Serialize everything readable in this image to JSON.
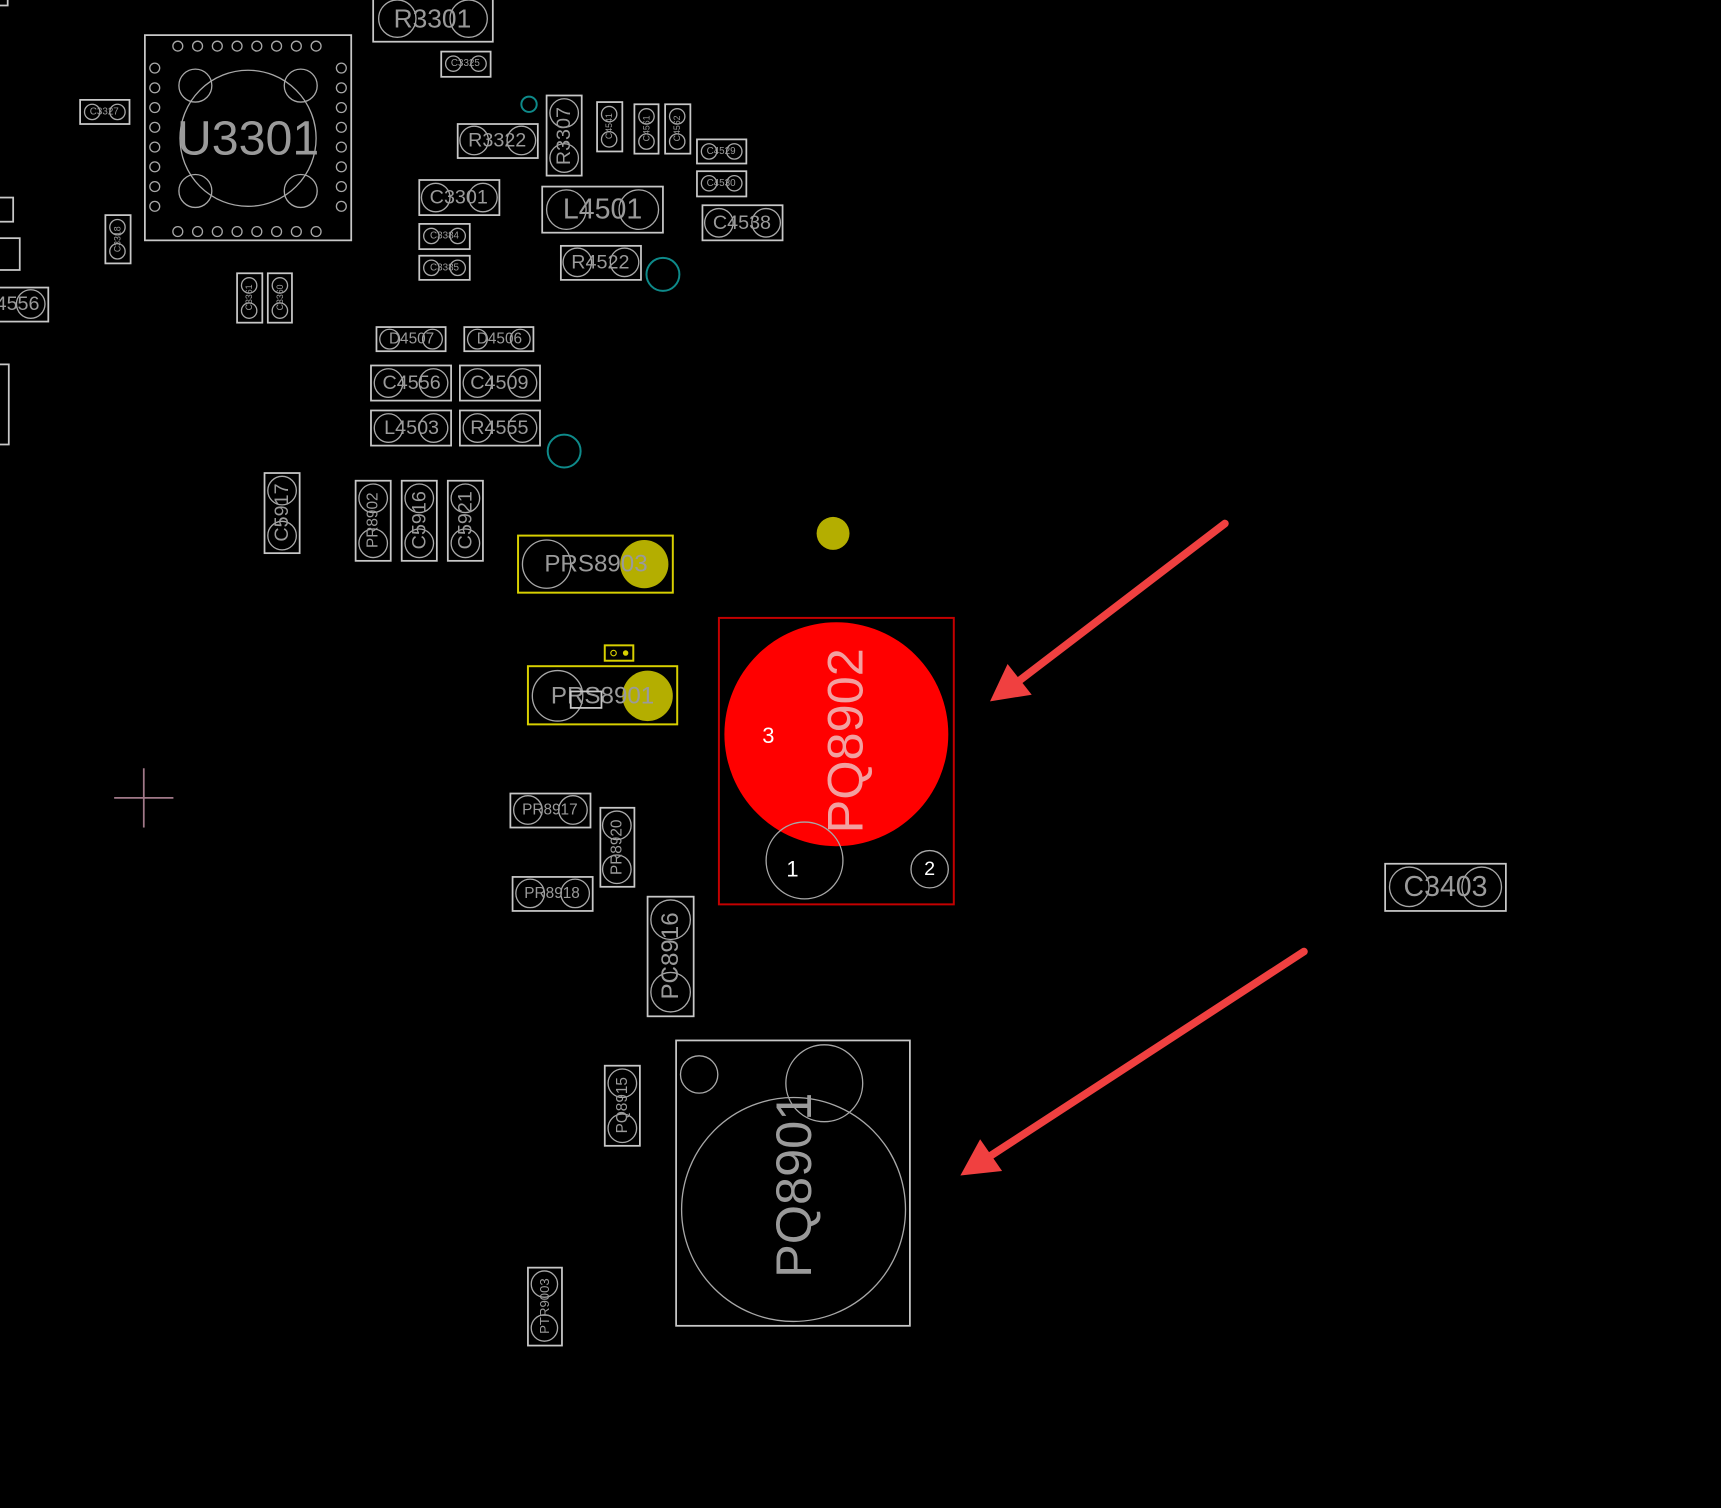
{
  "colors": {
    "background": "#000000",
    "outline": "#c8c8c8",
    "highlight": "#ff0000",
    "net": "#b4ae00",
    "arrow": "#f04040",
    "via": "#0e8a8a"
  },
  "components": {
    "R3301": "R3301",
    "C3325": "C3325",
    "U3301": "U3301",
    "C3327": "C3327",
    "C3318": "C3318",
    "C4556_left": "4556",
    "C3361": "C3361",
    "C3360": "C3360",
    "R3322": "R3322",
    "R3307": "R3307",
    "C4541": "C4541",
    "C4561": "C4561",
    "C4562": "C4562",
    "C4529": "C4529",
    "C4530": "C4530",
    "C3301": "C3301",
    "L4501": "L4501",
    "C4538": "C4538",
    "C3384": "C3384",
    "C3385": "C3385",
    "R4522": "R4522",
    "D4507": "D4507",
    "D4506": "D4506",
    "C4556": "C4556",
    "C4509": "C4509",
    "L4503": "L4503",
    "R4555": "R4555",
    "C5917": "C5917",
    "PR8902": "PR8902",
    "C5916": "C5916",
    "C5921": "C5921",
    "PRS8903": "PRS8903",
    "PRS8901": "PRS8901",
    "PQ8902": "PQ8902",
    "PR8917": "PR8917",
    "PR8920": "PR8920",
    "PR8918": "PR8918",
    "PC8916": "PC8916",
    "PQ8915": "PQ8915",
    "PQ8901": "PQ8901",
    "PTR9003": "PTR9003",
    "C3403": "C3403"
  },
  "pins": {
    "pin1": "1",
    "pin2": "2",
    "pin3": "3"
  }
}
